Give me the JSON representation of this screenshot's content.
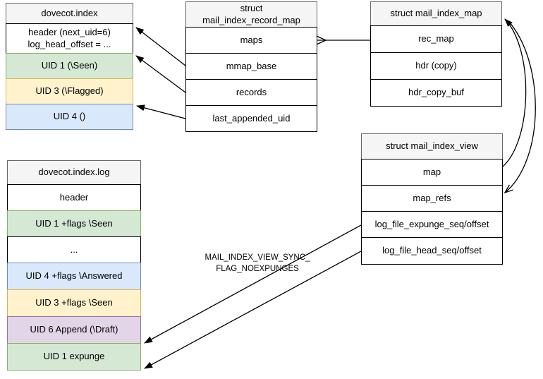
{
  "palette": {
    "title_fill": "#f5f5f5",
    "title_border": "#666666",
    "row_border": "#000000",
    "green_fill": "#d5e8d4",
    "green_border": "#82b366",
    "yellow_fill": "#fff2cc",
    "yellow_border": "#d6b656",
    "blue_fill": "#dae8fc",
    "blue_border": "#6c8ebf",
    "purple_fill": "#e1d5e7",
    "purple_border": "#9673a6",
    "arrow_color": "#000000"
  },
  "boxes": {
    "dovecot_index": {
      "title": "dovecot.index",
      "rows": [
        {
          "line1": "header (next_uid=6)",
          "line2": "log_head_offset = ...",
          "color": "white"
        },
        {
          "text": "UID 1 (\\Seen)",
          "color": "green"
        },
        {
          "text": "UID 3 (\\Flagged)",
          "color": "yellow"
        },
        {
          "text": "UID 4 ()",
          "color": "blue"
        }
      ]
    },
    "record_map": {
      "title_line1": "struct",
      "title_line2": "mail_index_record_map",
      "rows": [
        {
          "text": "maps",
          "color": "white"
        },
        {
          "text": "mmap_base",
          "color": "white"
        },
        {
          "text": "records",
          "color": "white"
        },
        {
          "text": "last_appended_uid",
          "color": "white"
        }
      ]
    },
    "index_map": {
      "title": "struct mail_index_map",
      "rows": [
        {
          "text": "rec_map",
          "color": "white"
        },
        {
          "text": "hdr (copy)",
          "color": "white"
        },
        {
          "text": "hdr_copy_buf",
          "color": "white"
        }
      ]
    },
    "index_view": {
      "title": "struct mail_index_view",
      "rows": [
        {
          "text": "map",
          "color": "white"
        },
        {
          "text": "map_refs",
          "color": "white"
        },
        {
          "text": "log_file_expunge_seq/offset",
          "color": "white"
        },
        {
          "text": "log_file_head_seq/offset",
          "color": "white"
        }
      ]
    },
    "index_log": {
      "title": "dovecot.index.log",
      "rows": [
        {
          "text": "header",
          "color": "white"
        },
        {
          "text": "UID 1 +flags \\Seen",
          "color": "green"
        },
        {
          "text": "...",
          "color": "white"
        },
        {
          "text": "UID 4 +flags \\Answered",
          "color": "blue"
        },
        {
          "text": "UID 3 +flags \\Seen",
          "color": "yellow"
        },
        {
          "text": "UID 6 Append (\\Draft)",
          "color": "purple"
        },
        {
          "text": "UID 1 expunge",
          "color": "green"
        }
      ]
    }
  },
  "labels": {
    "sync_line1": "MAIL_INDEX_VIEW_SYNC_",
    "sync_line2": "FLAG_NOEXPUNGES"
  }
}
